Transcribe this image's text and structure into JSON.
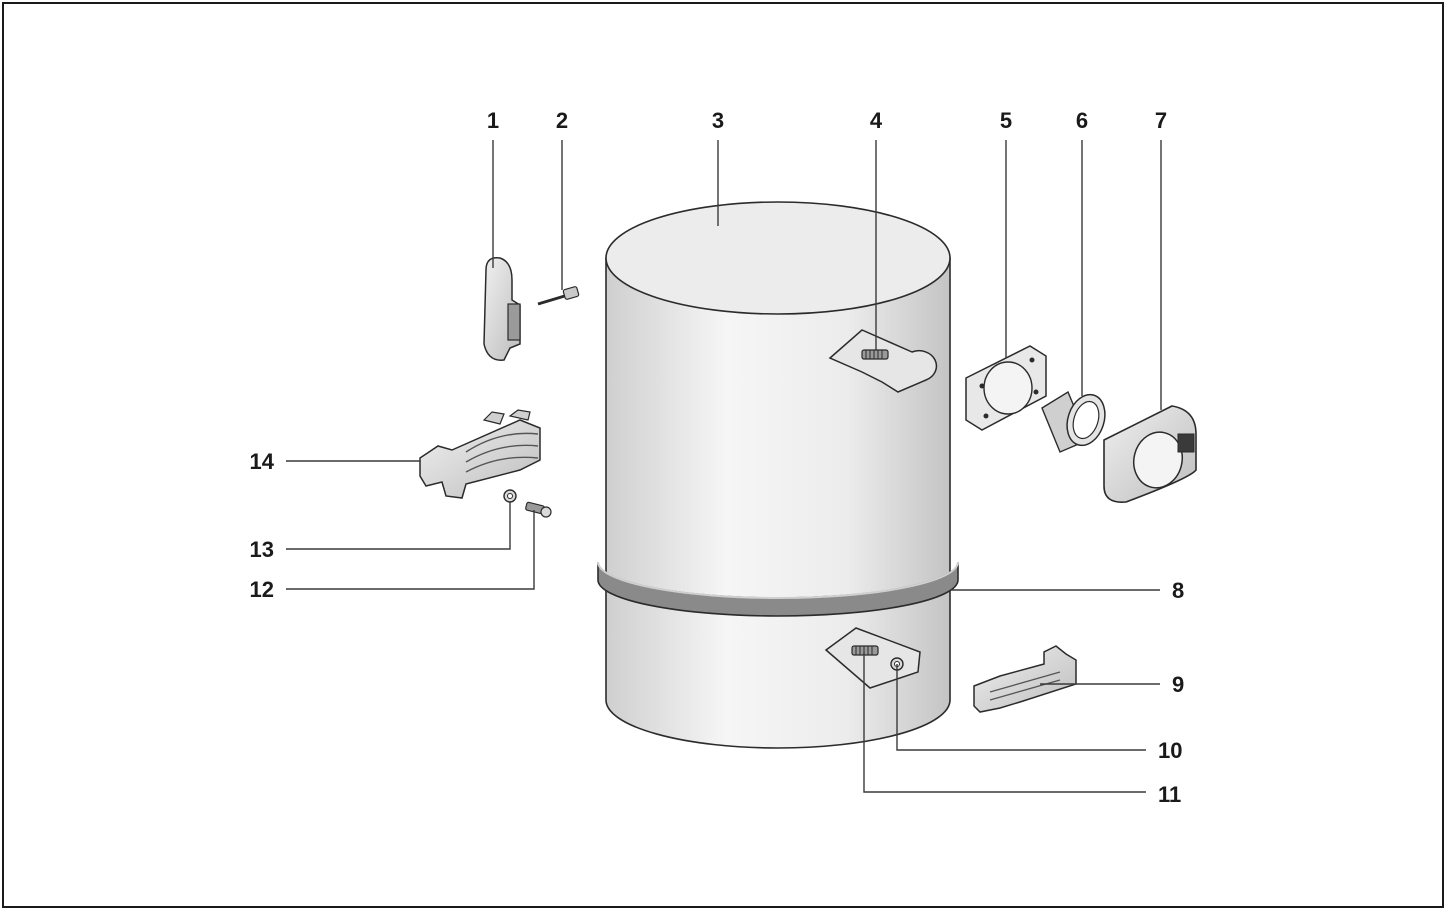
{
  "callouts": [
    {
      "id": "1",
      "label": "1"
    },
    {
      "id": "2",
      "label": "2"
    },
    {
      "id": "3",
      "label": "3"
    },
    {
      "id": "4",
      "label": "4"
    },
    {
      "id": "5",
      "label": "5"
    },
    {
      "id": "6",
      "label": "6"
    },
    {
      "id": "7",
      "label": "7"
    },
    {
      "id": "8",
      "label": "8"
    },
    {
      "id": "9",
      "label": "9"
    },
    {
      "id": "10",
      "label": "10"
    },
    {
      "id": "11",
      "label": "11"
    },
    {
      "id": "12",
      "label": "12"
    },
    {
      "id": "13",
      "label": "13"
    },
    {
      "id": "14",
      "label": "14"
    }
  ],
  "colors": {
    "outline": "#2b2b2b",
    "part_fill": "#e6e6e6",
    "band_fill": "#8a8a8a",
    "background": "#ffffff"
  }
}
